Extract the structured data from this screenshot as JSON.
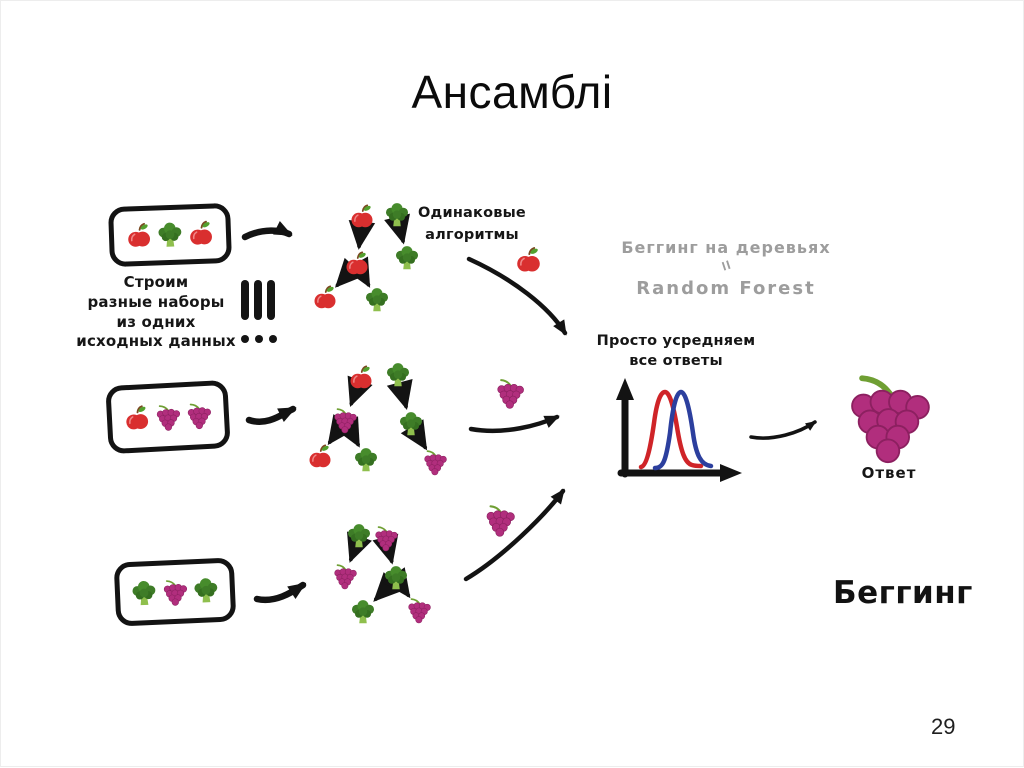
{
  "slide": {
    "title": "Ансамблі",
    "page_number": "29"
  },
  "left": {
    "caption_lines": [
      "Строим",
      "разные наборы",
      "из одних",
      "исходных данных"
    ],
    "boxes": [
      {
        "name": "dataset-1",
        "items": [
          "apple",
          "broccoli",
          "apple"
        ]
      },
      {
        "name": "dataset-2",
        "items": [
          "apple",
          "grapes",
          "grapes"
        ]
      },
      {
        "name": "dataset-3",
        "items": [
          "broccoli",
          "grapes",
          "broccoli"
        ]
      }
    ]
  },
  "middle": {
    "label_lines": [
      "Одинаковые",
      "алгоритмы"
    ],
    "trees": [
      {
        "nodes": [
          [
            "apple",
            48,
            16
          ],
          [
            "broccoli",
            74,
            14
          ],
          [
            "apple",
            44,
            57
          ],
          [
            "broccoli",
            82,
            52
          ],
          [
            "apple",
            20,
            87
          ],
          [
            "broccoli",
            59,
            89
          ]
        ],
        "edges": [
          [
            0,
            2
          ],
          [
            1,
            3
          ],
          [
            2,
            4
          ],
          [
            2,
            5
          ]
        ]
      },
      {
        "nodes": [
          [
            "apple",
            40,
            15
          ],
          [
            "broccoli",
            66,
            12
          ],
          [
            "grapes",
            29,
            52
          ],
          [
            "broccoli",
            75,
            55
          ],
          [
            "apple",
            11,
            84
          ],
          [
            "broccoli",
            44,
            87
          ],
          [
            "grapes",
            92,
            89
          ]
        ],
        "edges": [
          [
            0,
            2
          ],
          [
            1,
            3
          ],
          [
            2,
            4
          ],
          [
            2,
            5
          ],
          [
            3,
            6
          ]
        ]
      },
      {
        "nodes": [
          [
            "broccoli",
            29,
            16
          ],
          [
            "grapes",
            49,
            18
          ],
          [
            "grapes",
            18,
            53
          ],
          [
            "broccoli",
            57,
            55
          ],
          [
            "broccoli",
            32,
            86
          ],
          [
            "grapes",
            74,
            84
          ]
        ],
        "edges": [
          [
            0,
            2
          ],
          [
            1,
            3
          ],
          [
            3,
            4
          ],
          [
            3,
            5
          ]
        ]
      }
    ],
    "vote_items": [
      "apple",
      "grapes",
      "grapes"
    ]
  },
  "right": {
    "gray_line1": "Беггинг на деревьях",
    "gray_equals": "=",
    "gray_line2": "Random Forest",
    "avg_lines": [
      "Просто усредняем",
      "все ответы"
    ],
    "answer_item": "grapes",
    "answer_label": "Ответ",
    "bagging_label": "Беггинг",
    "chart": {
      "type": "line",
      "description": "two overlapping bell curves on hand-drawn axes",
      "curves": [
        {
          "name": "model-1",
          "color": "#cf2428"
        },
        {
          "name": "model-2",
          "color": "#2c3f9e"
        }
      ]
    }
  }
}
